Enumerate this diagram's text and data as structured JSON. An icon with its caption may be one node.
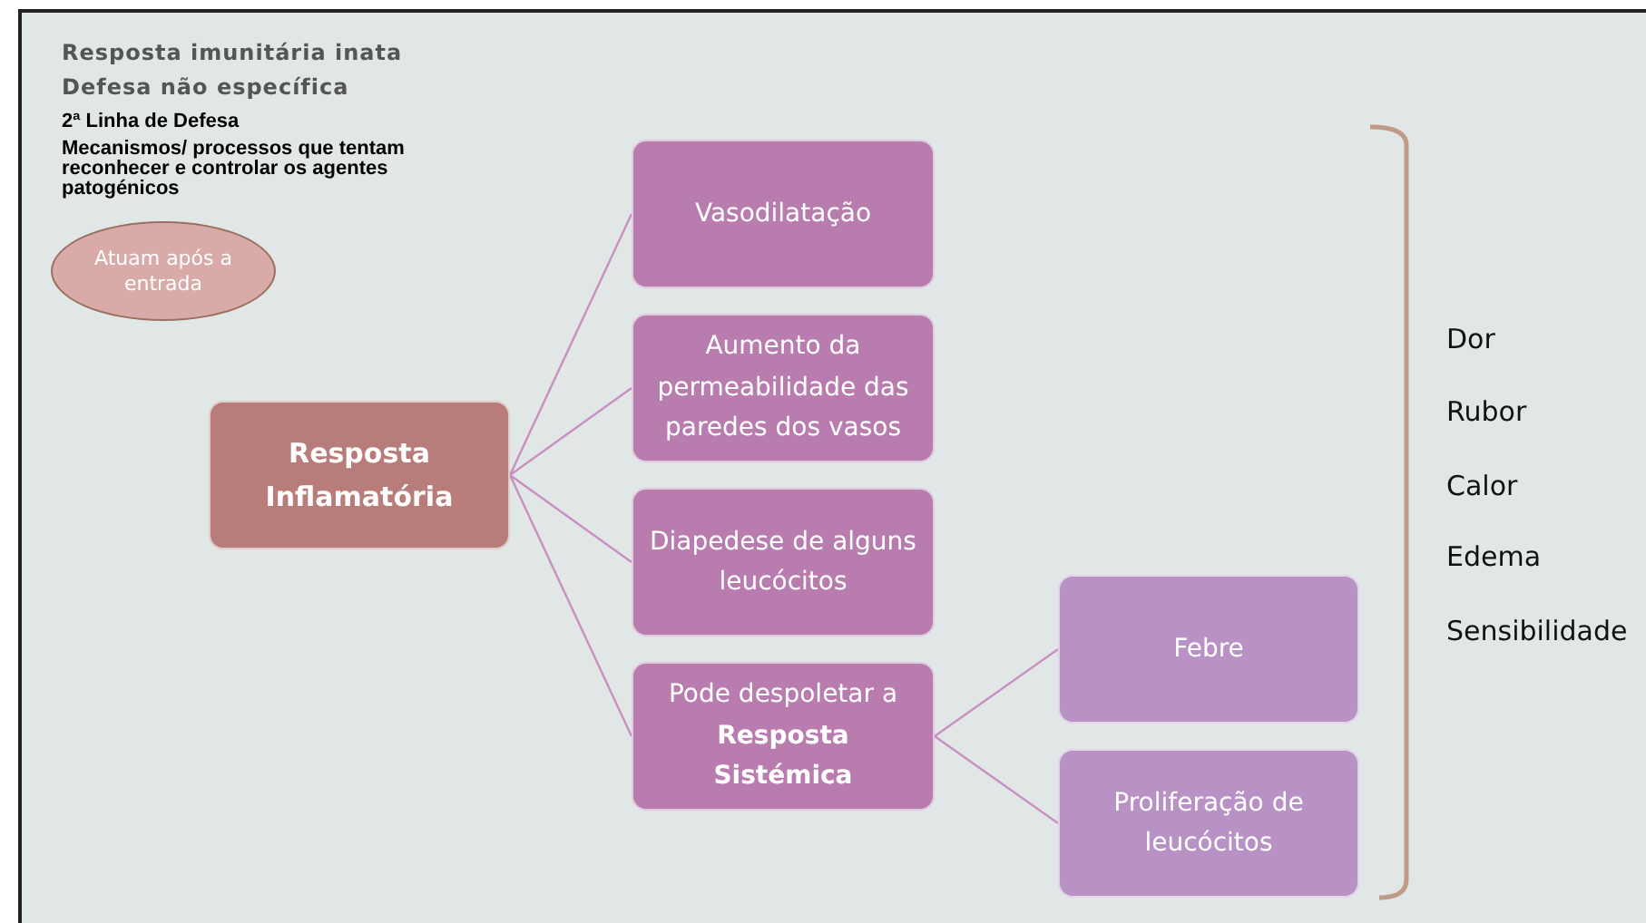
{
  "diagram": {
    "title": "Resposta imunitária inata",
    "nodes": [
      {
        "text": [
          "Atuam após a entrada"
        ]
      },
      {
        "text": [
          "Resposta Inflamatória"
        ]
      },
      {
        "text": [
          "Vasodilatação"
        ]
      },
      {
        "text": [
          "Aumento da permeabilidade das paredes dos vasos"
        ]
      },
      {
        "text": [
          "Diapedese de alguns leucócitos"
        ]
      },
      {
        "text": [
          "Pode despoletar a **Resposta Sistémica**"
        ]
      },
      {
        "text": [
          "Febre"
        ]
      },
      {
        "text": [
          "Proliferação de leucócitos"
        ]
      }
    ],
    "edges": [
      {
        "from": 1,
        "to": 2,
        "arrow": "none"
      },
      {
        "from": 1,
        "to": 3,
        "arrow": "none"
      },
      {
        "from": 1,
        "to": 4,
        "arrow": "none"
      },
      {
        "from": 1,
        "to": 5,
        "arrow": "none"
      },
      {
        "from": 5,
        "to": 6,
        "arrow": "none"
      },
      {
        "from": 5,
        "to": 7,
        "arrow": "none"
      }
    ],
    "labels": [
      "Defesa não específica",
      "2ª Linha de Defesa",
      "Mecanismos/ processos que tentam reconhecer e controlar os agentes patogénicos",
      "Dor",
      "Rubor",
      "Calor",
      "Edema",
      "Sensibilidade"
    ]
  }
}
